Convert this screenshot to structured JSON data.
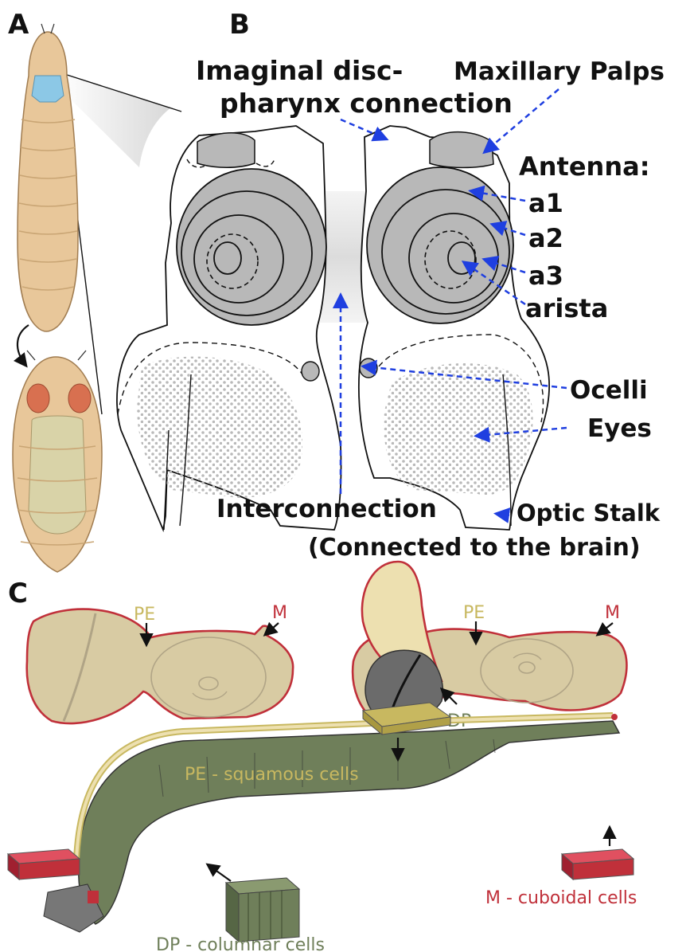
{
  "panels": {
    "a": "A",
    "b": "B",
    "c": "C"
  },
  "panel_b": {
    "imaginal_line1": "Imaginal disc-",
    "imaginal_line2": "pharynx connection",
    "maxillary": "Maxillary Palps",
    "antenna": "Antenna:",
    "a1": "a1",
    "a2": "a2",
    "a3": "a3",
    "arista": "arista",
    "ocelli": "Ocelli",
    "eyes": "Eyes",
    "interconnection": "Interconnection",
    "optic_stalk": "Optic Stalk",
    "connected": "(Connected to the brain)"
  },
  "panel_c": {
    "pe_left": "PE",
    "m_left": "M",
    "pe_right": "PE",
    "m_right": "M",
    "dp": "DP",
    "pe_cells": "PE - squamous cells",
    "m_cells": "M - cuboidal cells",
    "dp_cells": "DP - columnar cells"
  },
  "colors": {
    "larva": "#e8c79a",
    "disc_blue": "#8cc8e6",
    "disc_grey": "#b8b8b8",
    "tissue": "#d8cba3",
    "membrane_red": "#c0303a",
    "dp_green": "#6f7f5a",
    "pe_yellow": "#c8b860",
    "arrow_blue": "#1f3fe0"
  }
}
